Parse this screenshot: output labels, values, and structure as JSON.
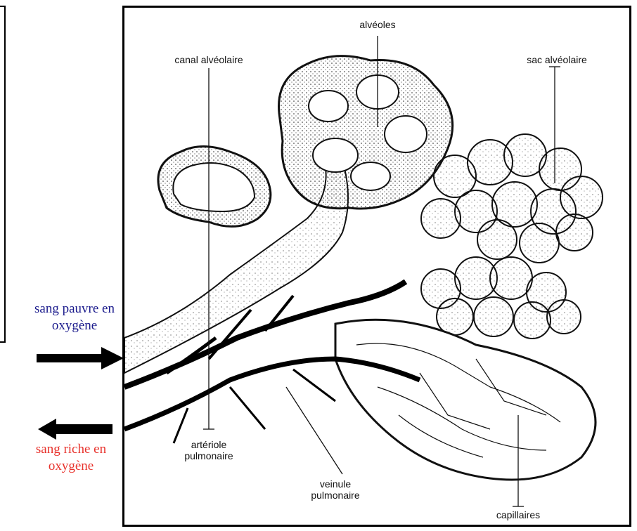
{
  "labels": {
    "alveoles": "alvéoles",
    "canal_alveolaire": "canal alvéolaire",
    "sac_alveolaire": "sac alvéolaire",
    "arteriole_line1": "artériole",
    "arteriole_line2": "pulmonaire",
    "veinule_line1": "veinule",
    "veinule_line2": "pulmonaire",
    "capillaires": "capillaires"
  },
  "side_notes": {
    "poor_line1": "sang pauvre en",
    "poor_line2": "oxygène",
    "rich_line1": "sang riche en",
    "rich_line2": "oxygène"
  },
  "colors": {
    "poor_text": "#1a1a8c",
    "rich_text": "#e8322c",
    "ink": "#111111"
  },
  "icons": {
    "in_arrow": "arrow-right-icon",
    "out_arrow": "arrow-left-icon"
  }
}
